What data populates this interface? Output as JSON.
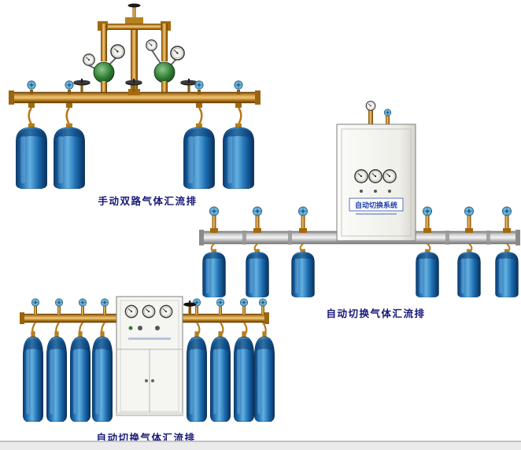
{
  "figures": {
    "manual_dual": {
      "caption": "手动双路气体汇流排"
    },
    "auto_wall": {
      "caption": "自动切换气体汇流排",
      "cabinet_label": "自动切换系统"
    },
    "auto_floor": {
      "caption": "自动切换气体汇流排"
    }
  },
  "colors": {
    "caption_text": "#17177a",
    "cylinder_blue": "#1b6cb0",
    "brass": "#c89038",
    "regulator_green": "#2e7d32",
    "manifold_silver": "#cfcfcf",
    "cabinet_label_blue": "#2040a8"
  }
}
